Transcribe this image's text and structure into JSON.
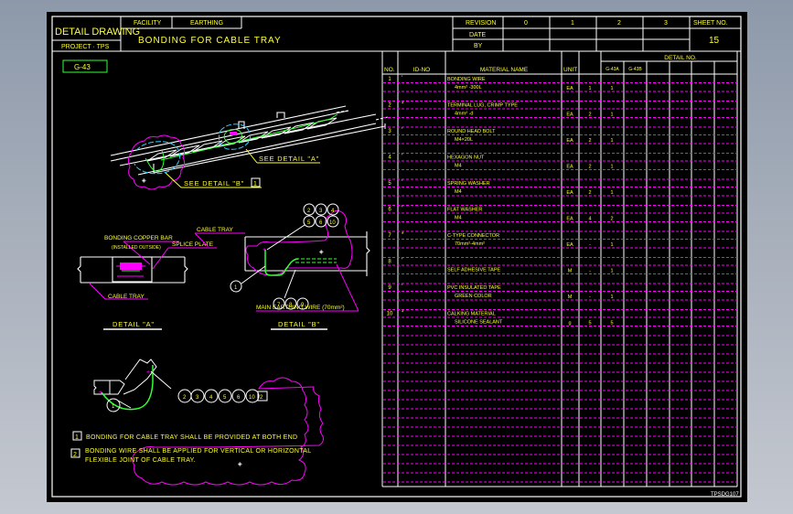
{
  "title_block": {
    "drawing_type": "DETAIL DRAWING",
    "project": "PROJECT · TPS",
    "facility_label": "FACILITY",
    "facility_value": "EARTHING",
    "drawing_title": "BONDING FOR CABLE TRAY",
    "revision_label": "REVISION",
    "date_label": "DATE",
    "by_label": "BY",
    "revisions": [
      "0",
      "1",
      "2",
      "3"
    ],
    "sheet_label": "SHEET  NO.",
    "sheet_no": "15"
  },
  "detail_tag": "G-43",
  "drawing": {
    "see_detail_a": "SEE DETAIL \"A\"",
    "see_detail_b": "SEE DETAIL \"B\"",
    "note_ref_1": "1",
    "note_ref_2": "2",
    "detail_a": {
      "bonding_bar": "BONDING COPPER BAR",
      "bonding_bar_sub": "(INSTALLED OUTSIDE)",
      "splice_plate": "SPLICE PLATE",
      "cable_tray": "CABLE TRAY",
      "caption": "DETAIL \"A\""
    },
    "detail_b": {
      "cable_tray": "CABLE TRAY",
      "main_wire": "MAIN EARTHING WIRE (70mm²)",
      "caption": "DETAIL \"B\"",
      "balloons_top": [
        "2",
        "3",
        "4",
        "5",
        "6",
        "10"
      ],
      "balloons_bottom": [
        "7",
        "8",
        "9"
      ],
      "balloon_left": "1"
    },
    "flex_joint": {
      "balloons": [
        "2",
        "3",
        "4",
        "5",
        "6",
        "10"
      ],
      "balloon_left": "1"
    },
    "notes": [
      {
        "no": "1",
        "text": "BONDING FOR CABLE TRAY SHALL BE PROVIDED AT BOTH END"
      },
      {
        "no": "2",
        "text": "BONDING WIRE SHALL BE APPLIED FOR VERTICAL OR HORIZONTAL",
        "text2": "FLEXIBLE JOINT OF CABLE TRAY."
      }
    ]
  },
  "material_table": {
    "headers": {
      "no": "NO.",
      "id_no": "ID-NO",
      "material": "MATERIAL NAME",
      "unit": "UNIT",
      "detail_no": "DETAIL NO."
    },
    "detail_columns": [
      "G-43A",
      "G-43B",
      "",
      "",
      "",
      "",
      ""
    ],
    "rows": [
      {
        "no": "1",
        "id": "'",
        "name": "BONDING WIRE",
        "spec": "4mm² -300L",
        "unit": "EA",
        "qty": [
          "1",
          "1"
        ]
      },
      {
        "no": "2",
        "id": "*",
        "name": "TERMINAL LUG, CRIMP TYPE",
        "spec": "4mm² -d",
        "unit": "EA",
        "qty": [
          "2",
          "1"
        ]
      },
      {
        "no": "3",
        "id": "'",
        "name": "ROUND HEAD BOLT",
        "spec": "M4×20L",
        "unit": "EA",
        "qty": [
          "2",
          "1"
        ]
      },
      {
        "no": "4",
        "id": "'",
        "name": "HEXAGON NUT",
        "spec": "M4",
        "unit": "EA",
        "qty": [
          "2",
          "1"
        ]
      },
      {
        "no": "5",
        "id": "'",
        "name": "SPRING WASHER",
        "spec": "M4",
        "unit": "EA",
        "qty": [
          "2",
          "1"
        ]
      },
      {
        "no": "6",
        "id": "'",
        "name": "FLAT WASHER",
        "spec": "M4",
        "unit": "EA",
        "qty": [
          "4",
          "2"
        ]
      },
      {
        "no": "7",
        "id": "*",
        "name": "C-TYPE CONNECTOR",
        "spec": "70mm²-4mm²",
        "unit": "EA",
        "qty": [
          "-",
          "1"
        ]
      },
      {
        "no": "8",
        "id": "'",
        "name": "SELF ADHESIVE TAPE",
        "spec": "",
        "unit": "M",
        "qty": [
          "-",
          "1"
        ]
      },
      {
        "no": "9",
        "id": "'",
        "name": "PVC INSULATED TAPE",
        "spec": "GREEN COLOR",
        "unit": "M",
        "qty": [
          "-",
          "1"
        ]
      },
      {
        "no": "10",
        "id": "*",
        "name": "CALKING MATERIAL",
        "spec": "SILICONE SEALANT",
        "unit": "g",
        "qty": [
          "5",
          "5"
        ]
      }
    ]
  },
  "drawing_number": "TPSDG107",
  "colors": {
    "yellow": "#ffff33",
    "magenta": "#ff00ff",
    "green": "#33ff33",
    "cyan": "#33ccff",
    "white": "#ffffff",
    "background": "#000000"
  }
}
